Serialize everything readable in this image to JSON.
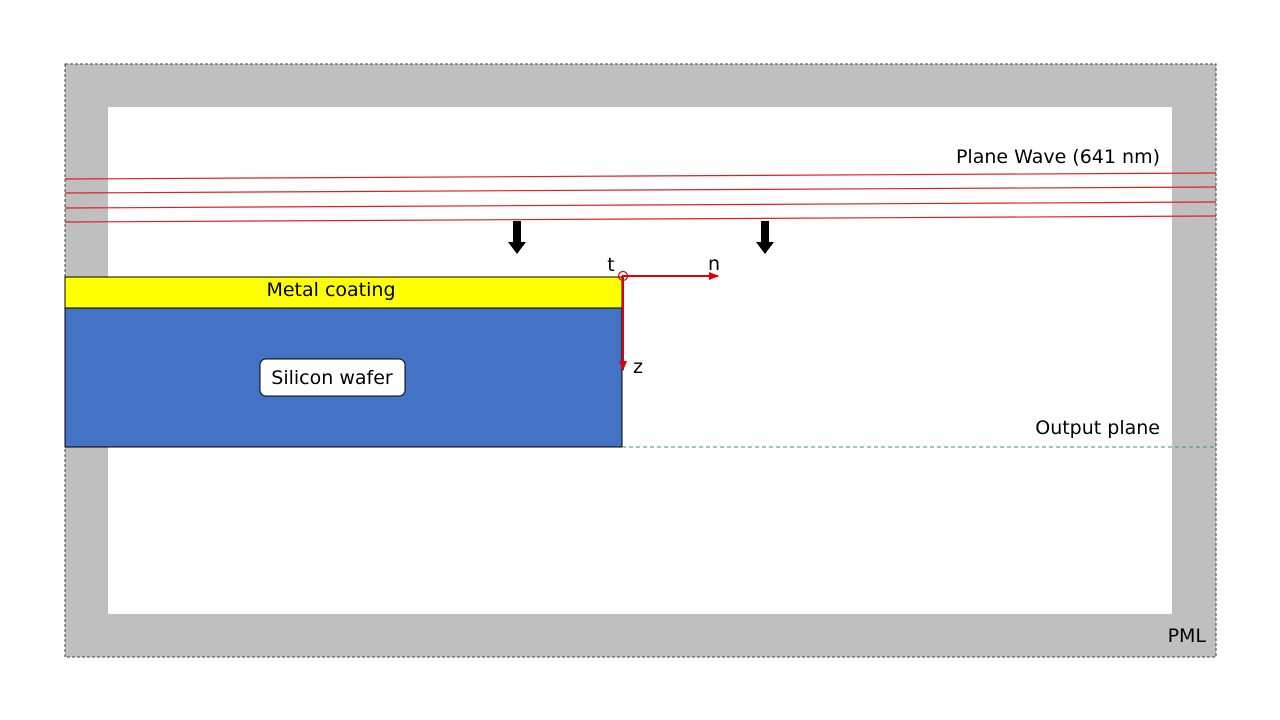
{
  "labels": {
    "plane_wave": "Plane Wave (641 nm)",
    "metal_coating": "Metal coating",
    "silicon_wafer": "Silicon wafer",
    "output_plane": "Output plane",
    "pml": "PML",
    "axis_t": "t",
    "axis_n": "n",
    "axis_z": "z"
  },
  "colors": {
    "pml": "#bfbfbf",
    "domain": "#ffffff",
    "metal_coating": "#ffff00",
    "silicon_wafer": "#4472c4",
    "plane_wave_lines": "#e02020",
    "axis_arrows": "#e00000",
    "output_plane_line": "#3a9a5a",
    "propagation_arrows": "#000000"
  }
}
